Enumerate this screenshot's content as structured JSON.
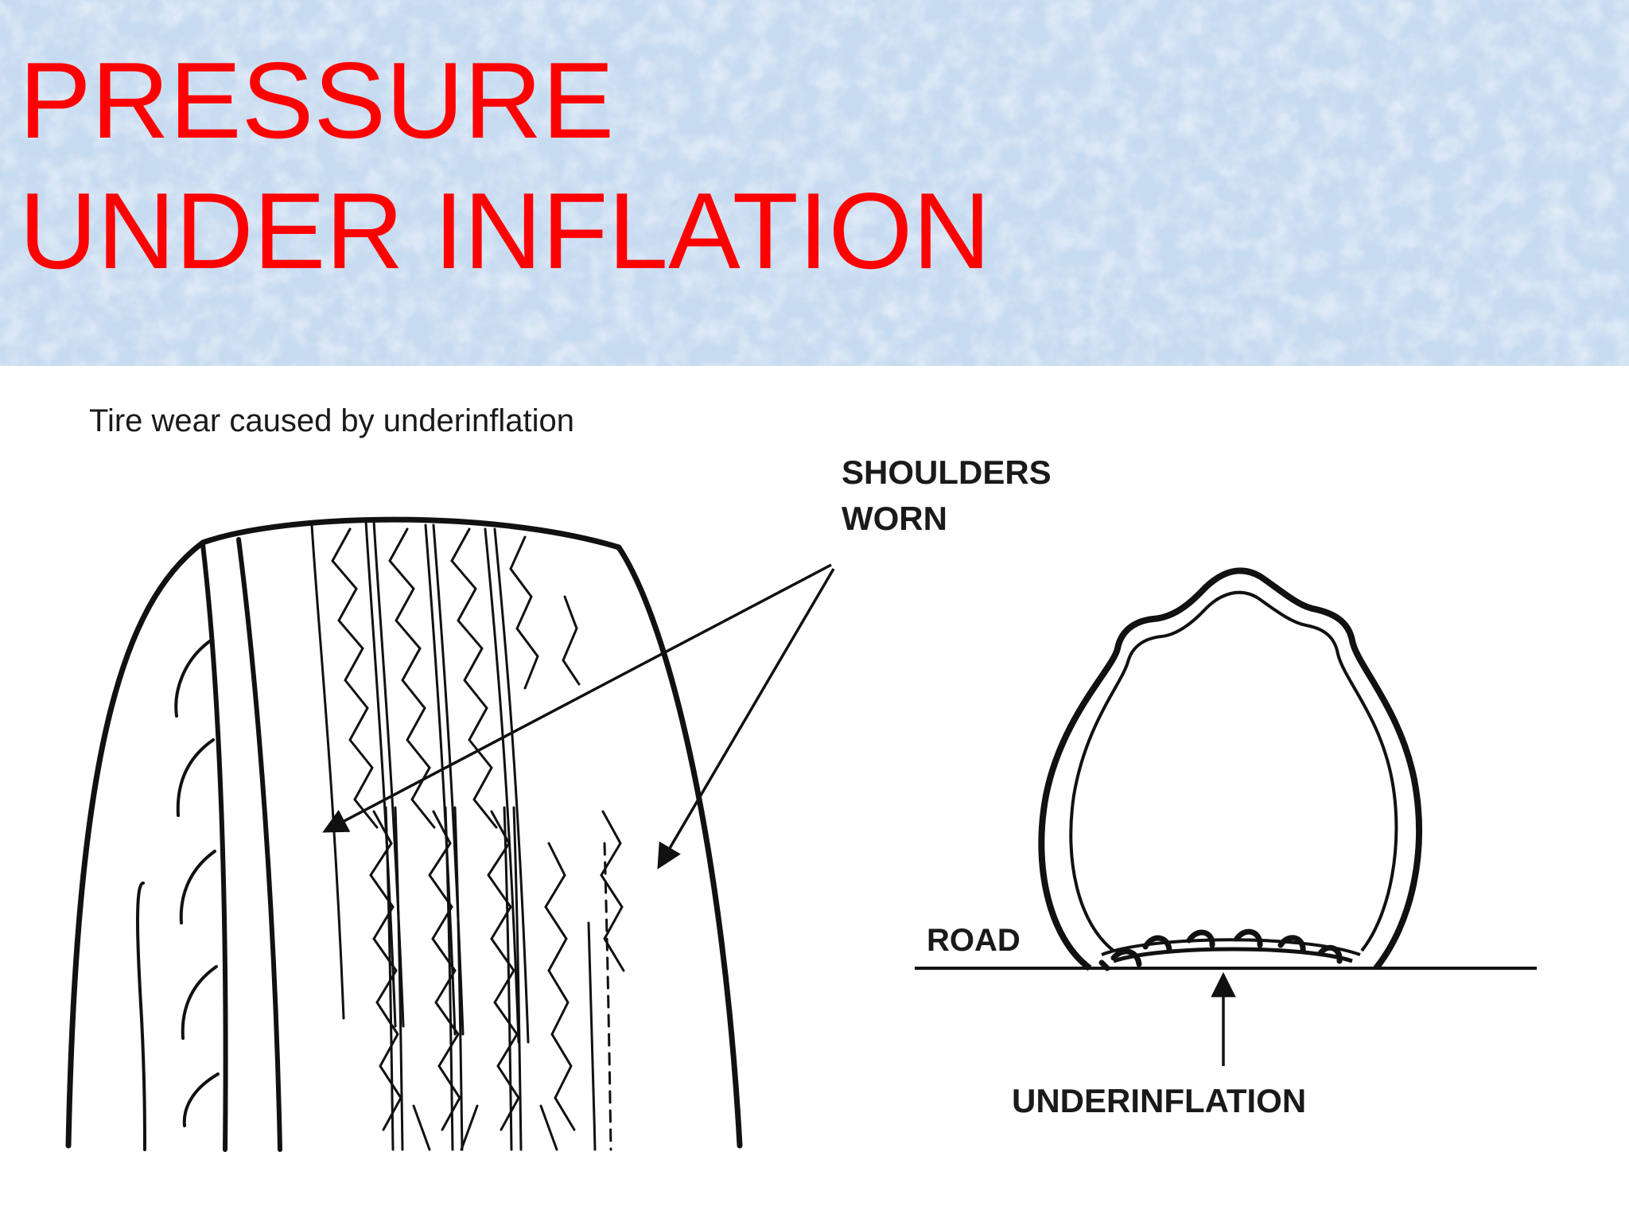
{
  "slide": {
    "title_lines": [
      "PRESSURE",
      "UNDER INFLATION"
    ],
    "title_color": "#ff0000",
    "background_color": "#c9ddf2"
  },
  "diagram": {
    "caption": "Tire wear caused by underinflation",
    "label_shoulders": [
      "SHOULDERS",
      "WORN"
    ],
    "label_road": "ROAD",
    "label_underinflation": "UNDERINFLATION"
  }
}
